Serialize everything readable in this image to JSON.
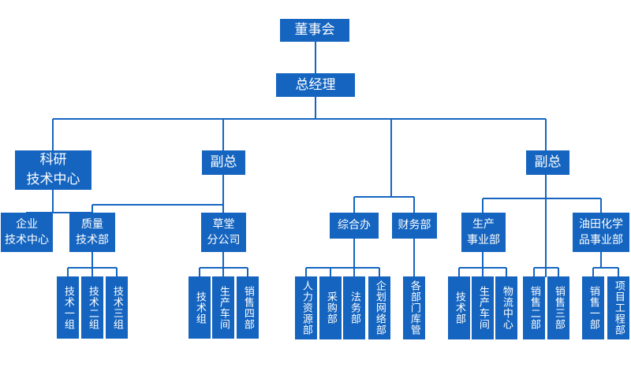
{
  "nodes": {
    "board": "董事会",
    "ceo": "总经理",
    "rd": "科研\n技术中心",
    "vp1": "副总",
    "vp2": "副总",
    "ent_tech": "企业\n技术中心",
    "quality": "质量\n技术部",
    "caotang": "草堂\n分公司",
    "admin": "综合办",
    "finance": "财务部",
    "production": "生产\n事业部",
    "oilfield": "油田化学\n品事业部",
    "tech1": "技术一组",
    "tech2": "技术二组",
    "tech3": "技术三组",
    "ct_tech": "技术组",
    "ct_workshop": "生产车间",
    "ct_sales4": "销售四部",
    "hr": "人力资源部",
    "purchase": "采购部",
    "legal": "法务部",
    "planning": "企划网络部",
    "warehouse": "各部门库管",
    "pd_tech": "技术部",
    "pd_workshop": "生产车间",
    "logistics": "物流中心",
    "sales2": "销售二部",
    "sales3": "销售三部",
    "sales1": "销售一部",
    "project": "项目工程部"
  },
  "colors": {
    "box": "#1565c0",
    "line": "#1565c0",
    "text": "#ffffff"
  }
}
